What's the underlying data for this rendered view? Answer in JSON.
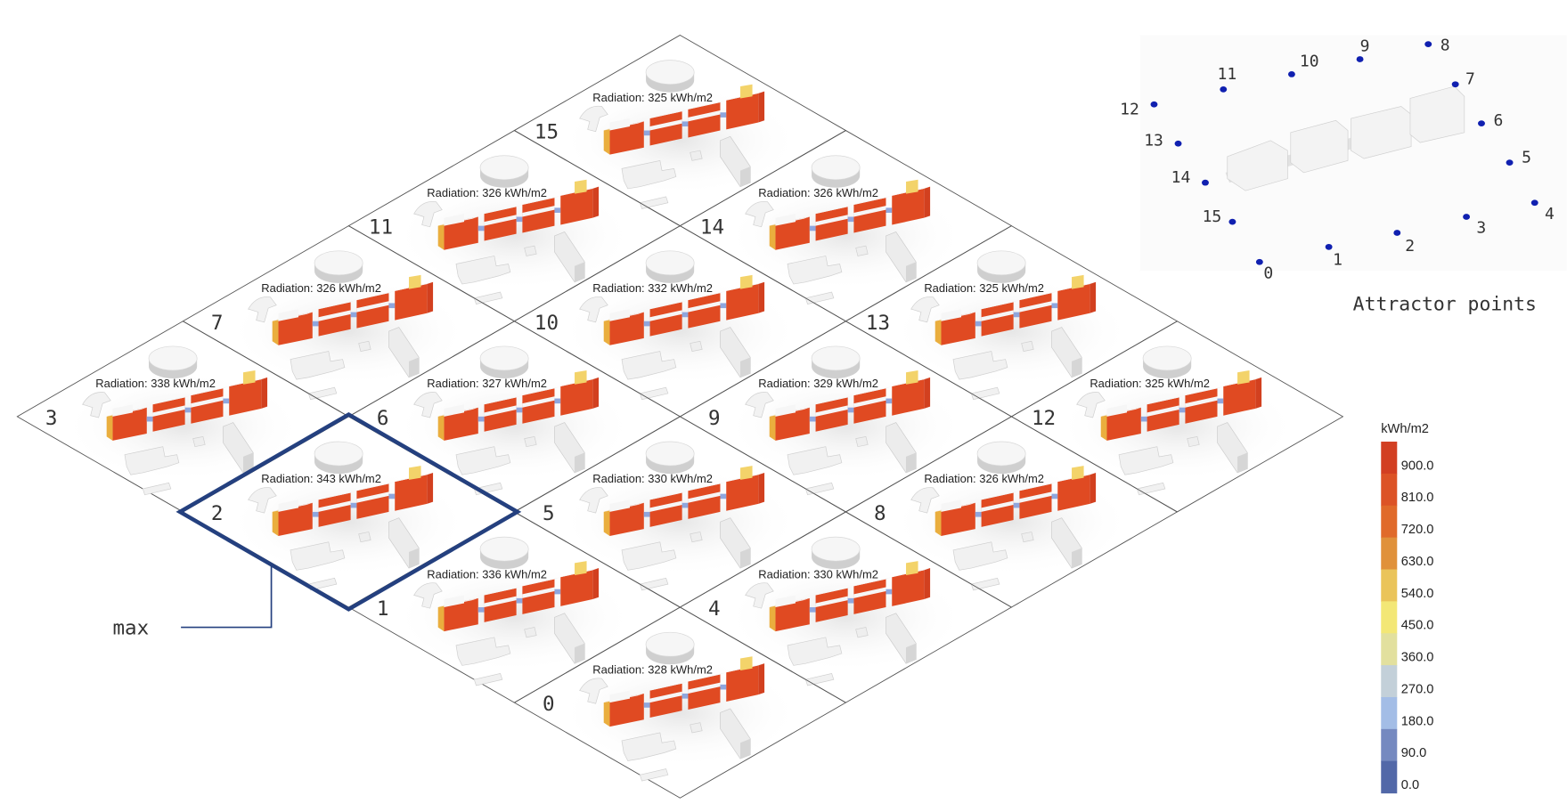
{
  "cells": [
    {
      "index": 15,
      "radiation": "Radiation: 325 kWh/m2"
    },
    {
      "index": 14,
      "radiation": "Radiation: 326 kWh/m2"
    },
    {
      "index": 13,
      "radiation": "Radiation: 325 kWh/m2"
    },
    {
      "index": 12,
      "radiation": "Radiation: 325 kWh/m2"
    },
    {
      "index": 11,
      "radiation": "Radiation: 326 kWh/m2"
    },
    {
      "index": 10,
      "radiation": "Radiation: 332 kWh/m2"
    },
    {
      "index": 9,
      "radiation": "Radiation: 329 kWh/m2"
    },
    {
      "index": 8,
      "radiation": "Radiation: 326 kWh/m2"
    },
    {
      "index": 7,
      "radiation": "Radiation: 326 kWh/m2"
    },
    {
      "index": 6,
      "radiation": "Radiation: 327 kWh/m2"
    },
    {
      "index": 5,
      "radiation": "Radiation: 330 kWh/m2"
    },
    {
      "index": 4,
      "radiation": "Radiation: 330 kWh/m2"
    },
    {
      "index": 3,
      "radiation": "Radiation: 338 kWh/m2"
    },
    {
      "index": 2,
      "radiation": "Radiation: 343 kWh/m2"
    },
    {
      "index": 1,
      "radiation": "Radiation: 336 kWh/m2"
    },
    {
      "index": 0,
      "radiation": "Radiation: 328 kWh/m2"
    }
  ],
  "highlight": {
    "cell": 2,
    "label": "max",
    "color": "#24407f"
  },
  "attractor": {
    "title": "Attractor points",
    "labels": [
      "0",
      "1",
      "2",
      "3",
      "4",
      "5",
      "6",
      "7",
      "8",
      "9",
      "10",
      "11",
      "12",
      "13",
      "14",
      "15"
    ],
    "point_color": "#1020b0"
  },
  "legend": {
    "unit": "kWh/m2",
    "labels": [
      "900.0",
      "810.0",
      "720.0",
      "630.0",
      "540.0",
      "450.0",
      "360.0",
      "270.0",
      "180.0",
      "90.0",
      "0.0"
    ],
    "colors": [
      "#d23f22",
      "#dc5326",
      "#e06a2a",
      "#e0913a",
      "#eac45a",
      "#f3e776",
      "#e2e09e",
      "#c3d0d9",
      "#a3bde6",
      "#7589c0",
      "#5268a8"
    ]
  }
}
